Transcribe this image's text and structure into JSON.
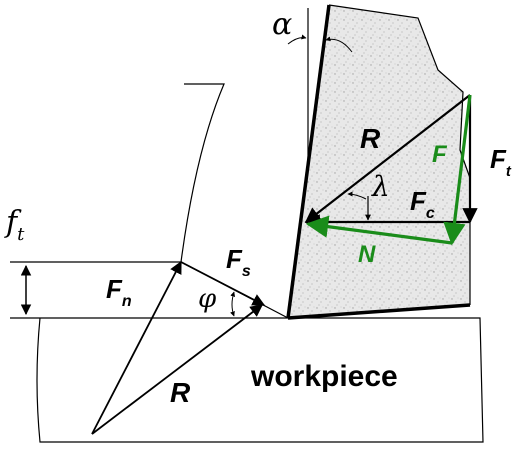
{
  "labels": {
    "alpha": "α",
    "ft_main": "f",
    "ft_sub": "t",
    "R_tool": "R",
    "F_green": "F",
    "Ft_main": "F",
    "Ft_sub": "t",
    "lambda": "λ",
    "Fc_main": "F",
    "Fc_sub": "c",
    "N": "N",
    "Fs_main": "F",
    "Fs_sub": "s",
    "Fn_main": "F",
    "Fn_sub": "n",
    "phi": "φ",
    "R_lower": "R",
    "workpiece": "workpiece"
  },
  "colors": {
    "ink": "#000000",
    "green": "#1a8c1a",
    "tool_fill": "#e6e6e6"
  }
}
